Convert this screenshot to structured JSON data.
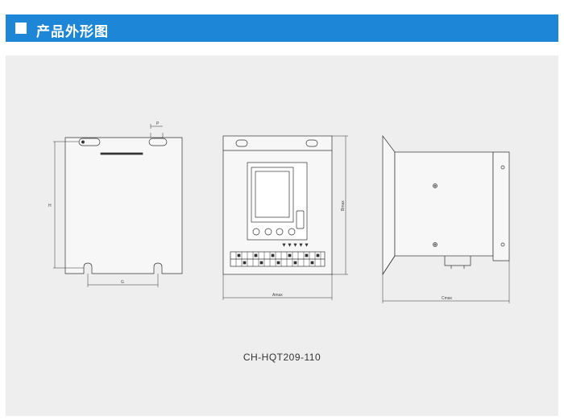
{
  "header": {
    "title": "产品外形图",
    "accent": "#1d86d6"
  },
  "drawing": {
    "model": "CH-HQT209-110",
    "dims": {
      "p": "P",
      "h": "H",
      "g": "G",
      "amax": "Amax",
      "bmax": "Bmax",
      "cmax": "Cmax"
    }
  }
}
